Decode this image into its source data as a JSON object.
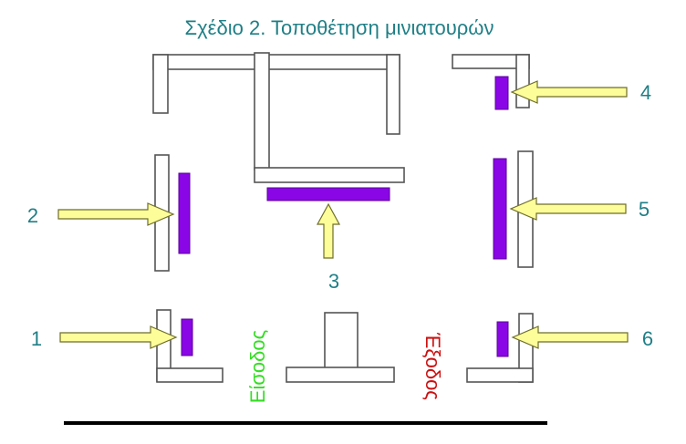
{
  "title": "Σχέδιο 2. Τοποθέτηση μινιατουρών",
  "labels": {
    "entrance": "Είσοδος",
    "exit": "Έξοδος"
  },
  "positions": [
    "1",
    "2",
    "3",
    "4",
    "5",
    "6"
  ],
  "colors": {
    "title": "#1f7f86",
    "miniature": "#8a06e6",
    "arrow": "#fdfd9a",
    "entrance": "#33dd22",
    "exit": "#cc1111",
    "wall_stroke": "#555555",
    "floor": "#000000"
  }
}
